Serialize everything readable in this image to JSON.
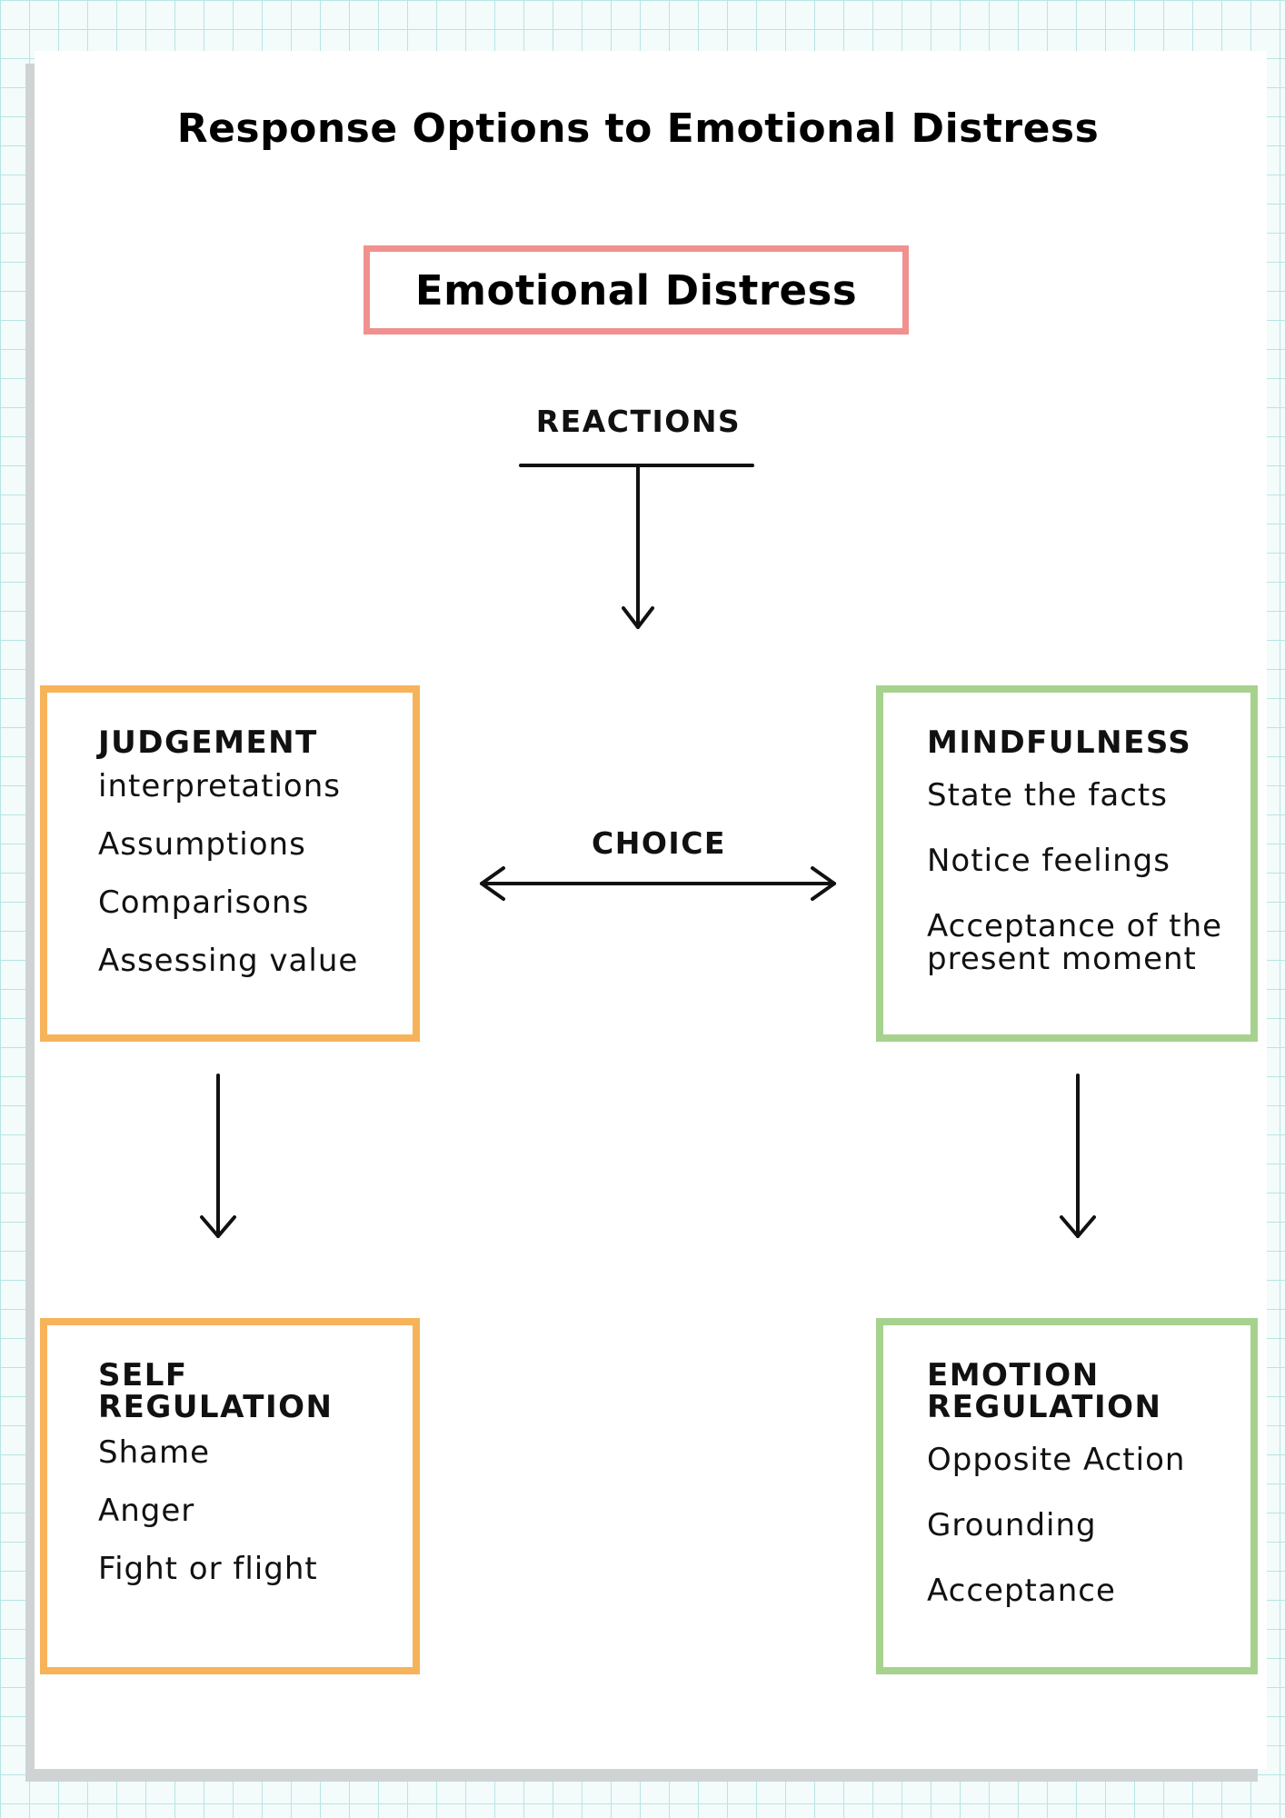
{
  "title": "Response Options to Emotional Distress",
  "source": "Emotional Distress",
  "reactions_label": "REACTIONS",
  "choice_label": "CHOICE",
  "boxes": {
    "judgement": {
      "title": "JUDGEMENT",
      "items": [
        "interpretations",
        "Assumptions",
        "Comparisons",
        "Assessing value"
      ],
      "color": "#f7b35a"
    },
    "mindfulness": {
      "title": "MINDFULNESS",
      "items": [
        "State the facts",
        "Notice feelings",
        "Acceptance of the present moment"
      ],
      "color": "#a6d28e"
    },
    "self_regulation": {
      "title_line1": "SELF",
      "title_line2": "REGULATION",
      "items": [
        "Shame",
        "Anger",
        "Fight or flight"
      ],
      "color": "#f7b35a"
    },
    "emotion_regulation": {
      "title_line1": "EMOTION",
      "title_line2": "REGULATION",
      "items": [
        "Opposite Action",
        "Grounding",
        "Acceptance"
      ],
      "color": "#a6d28e"
    }
  },
  "source_border_color": "#f0918f"
}
